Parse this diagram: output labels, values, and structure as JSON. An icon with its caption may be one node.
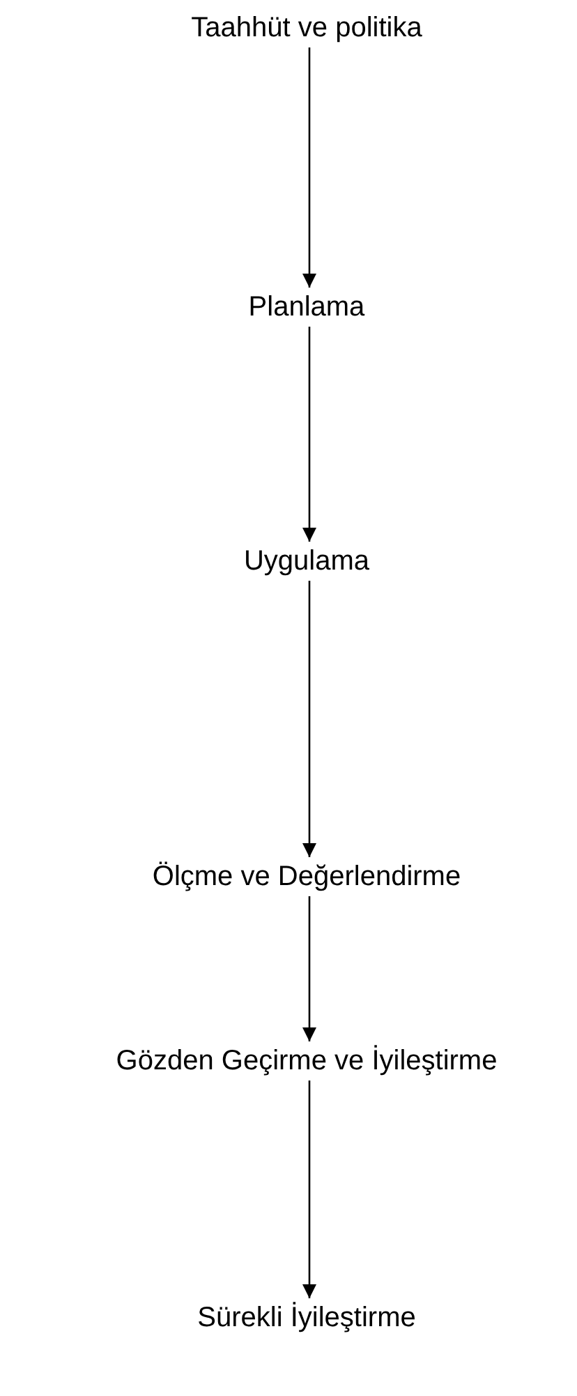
{
  "diagram": {
    "nodes": [
      {
        "text": [
          "Taahhüt ve politika"
        ]
      },
      {
        "text": [
          "Planlama"
        ]
      },
      {
        "text": [
          "Uygulama"
        ]
      },
      {
        "text": [
          "Ölçme ve Değerlendirme"
        ]
      },
      {
        "text": [
          "Gözden Geçirme ve İyileştirme"
        ]
      },
      {
        "text": [
          "Sürekli İyileştirme"
        ]
      }
    ],
    "edges": [
      {
        "from": 0,
        "to": 1,
        "arrow": "to"
      },
      {
        "from": 1,
        "to": 2,
        "arrow": "to"
      },
      {
        "from": 2,
        "to": 3,
        "arrow": "to"
      },
      {
        "from": 3,
        "to": 4,
        "arrow": "to"
      },
      {
        "from": 4,
        "to": 5,
        "arrow": "to"
      }
    ]
  }
}
